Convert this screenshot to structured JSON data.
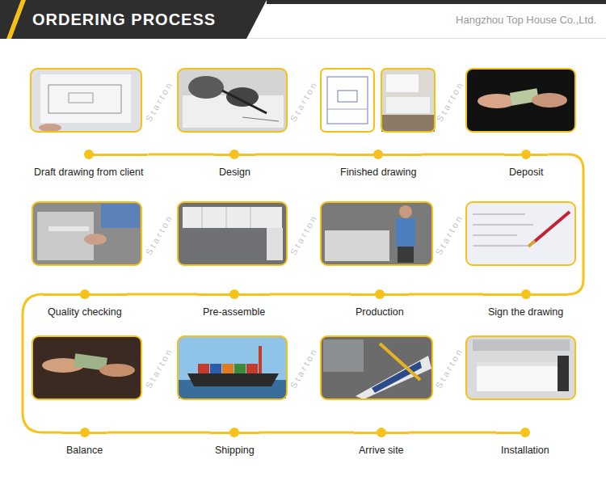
{
  "diagram": {
    "title": "ORDERING PROCESS",
    "nodes": [
      {
        "text": [
          "Draft drawing from client"
        ]
      },
      {
        "text": [
          "Design"
        ]
      },
      {
        "text": [
          "Finished drawing"
        ]
      },
      {
        "text": [
          "Deposit"
        ]
      },
      {
        "text": [
          "Sign the drawing"
        ]
      },
      {
        "text": [
          "Production"
        ]
      },
      {
        "text": [
          "Pre-assemble"
        ]
      },
      {
        "text": [
          "Quality checking"
        ]
      },
      {
        "text": [
          "Balance"
        ]
      },
      {
        "text": [
          "Shipping"
        ]
      },
      {
        "text": [
          "Arrive site"
        ]
      },
      {
        "text": [
          "Installation"
        ]
      }
    ],
    "edges": [
      {
        "from": 0,
        "to": 1,
        "arrow": "none"
      },
      {
        "from": 1,
        "to": 2,
        "arrow": "none"
      },
      {
        "from": 2,
        "to": 3,
        "arrow": "none"
      },
      {
        "from": 3,
        "to": 4,
        "arrow": "none"
      },
      {
        "from": 4,
        "to": 5,
        "arrow": "none"
      },
      {
        "from": 5,
        "to": 6,
        "arrow": "none"
      },
      {
        "from": 6,
        "to": 7,
        "arrow": "none"
      },
      {
        "from": 7,
        "to": 8,
        "arrow": "none"
      },
      {
        "from": 8,
        "to": 9,
        "arrow": "none"
      },
      {
        "from": 9,
        "to": 10,
        "arrow": "none"
      },
      {
        "from": 10,
        "to": 11,
        "arrow": "none"
      }
    ],
    "labels": [
      "Hangzhou Top House Co.,Ltd.",
      "Starton",
      "Starton",
      "Starton",
      "Starton",
      "Starton",
      "Starton",
      "Starton",
      "Starton",
      "Starton"
    ]
  }
}
